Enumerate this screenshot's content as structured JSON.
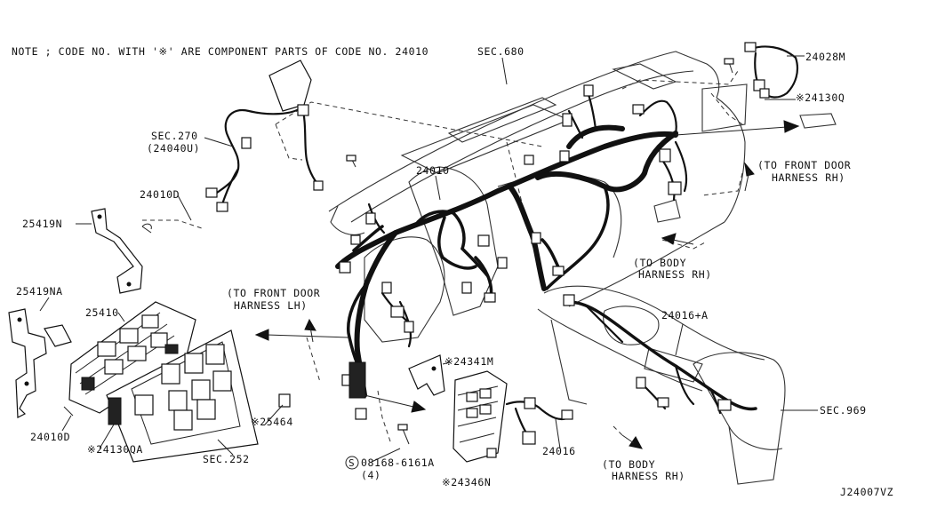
{
  "note": "NOTE ; CODE NO. WITH '※' ARE COMPONENT PARTS OF CODE NO. 24010",
  "diagram_code": "J24007VZ",
  "labels": {
    "sec680": "SEC.680",
    "p24028m": "24028M",
    "p24130q": "※24130Q",
    "front_door_rh_1": "(TO FRONT DOOR",
    "front_door_rh_2": "HARNESS RH)",
    "body_rh_top_1": "(TO BODY",
    "body_rh_top_2": "HARNESS RH)",
    "sec270_1": "SEC.270",
    "sec270_2": "(24040U)",
    "p24010_main": "24010",
    "p24010d_top": "24010D",
    "p25419n": "25419N",
    "p25419na": "25419NA",
    "p25410": "25410",
    "front_door_lh_1": "(TO FRONT DOOR",
    "front_door_lh_2": "HARNESS LH)",
    "p24341m": "※24341M",
    "p24016a": "24016+A",
    "sec969": "SEC.969",
    "p25464": "※25464",
    "p24010d_bottom": "24010D",
    "p24130qa": "※24130QA",
    "sec252": "SEC.252",
    "bolt_08168": "08168-6161A",
    "bolt_qty": "(4)",
    "bolt_symbol": "S",
    "p24346n": "※24346N",
    "p24016": "24016",
    "body_rh_bottom_1": "(TO BODY",
    "body_rh_bottom_2": "HARNESS RH)"
  }
}
